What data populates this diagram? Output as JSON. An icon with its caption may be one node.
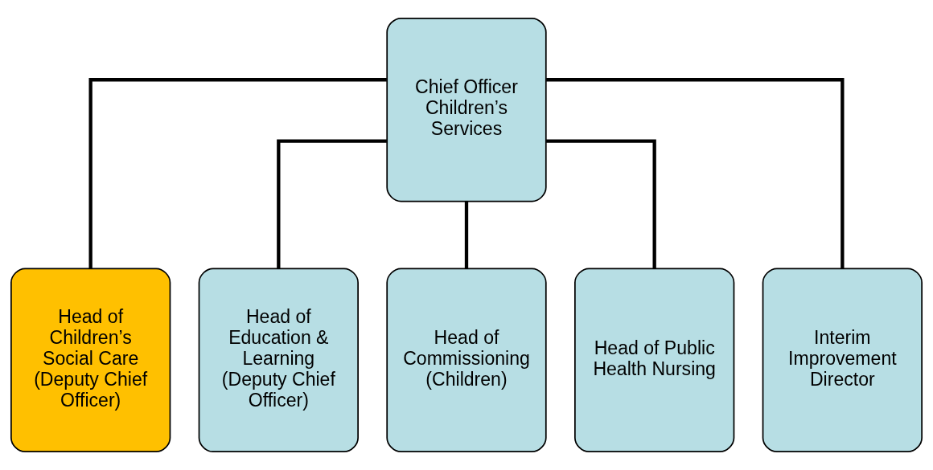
{
  "diagram": {
    "nodes": [
      {
        "text": [
          "Chief Officer Children’s Services"
        ]
      },
      {
        "text": [
          "Head of Children’s Social Care (Deputy Chief Officer)"
        ]
      },
      {
        "text": [
          "Head of Education & Learning (Deputy Chief Officer)"
        ]
      },
      {
        "text": [
          "Head of Commissioning (Children)"
        ]
      },
      {
        "text": [
          "Head of Public Health Nursing"
        ]
      },
      {
        "text": [
          "Interim Improvement Director"
        ]
      }
    ],
    "edges": [
      {
        "from": 0,
        "to": 1,
        "arrow": "none"
      },
      {
        "from": 0,
        "to": 2,
        "arrow": "none"
      },
      {
        "from": 0,
        "to": 3,
        "arrow": "none"
      },
      {
        "from": 0,
        "to": 4,
        "arrow": "none"
      },
      {
        "from": 0,
        "to": 5,
        "arrow": "none"
      }
    ]
  }
}
